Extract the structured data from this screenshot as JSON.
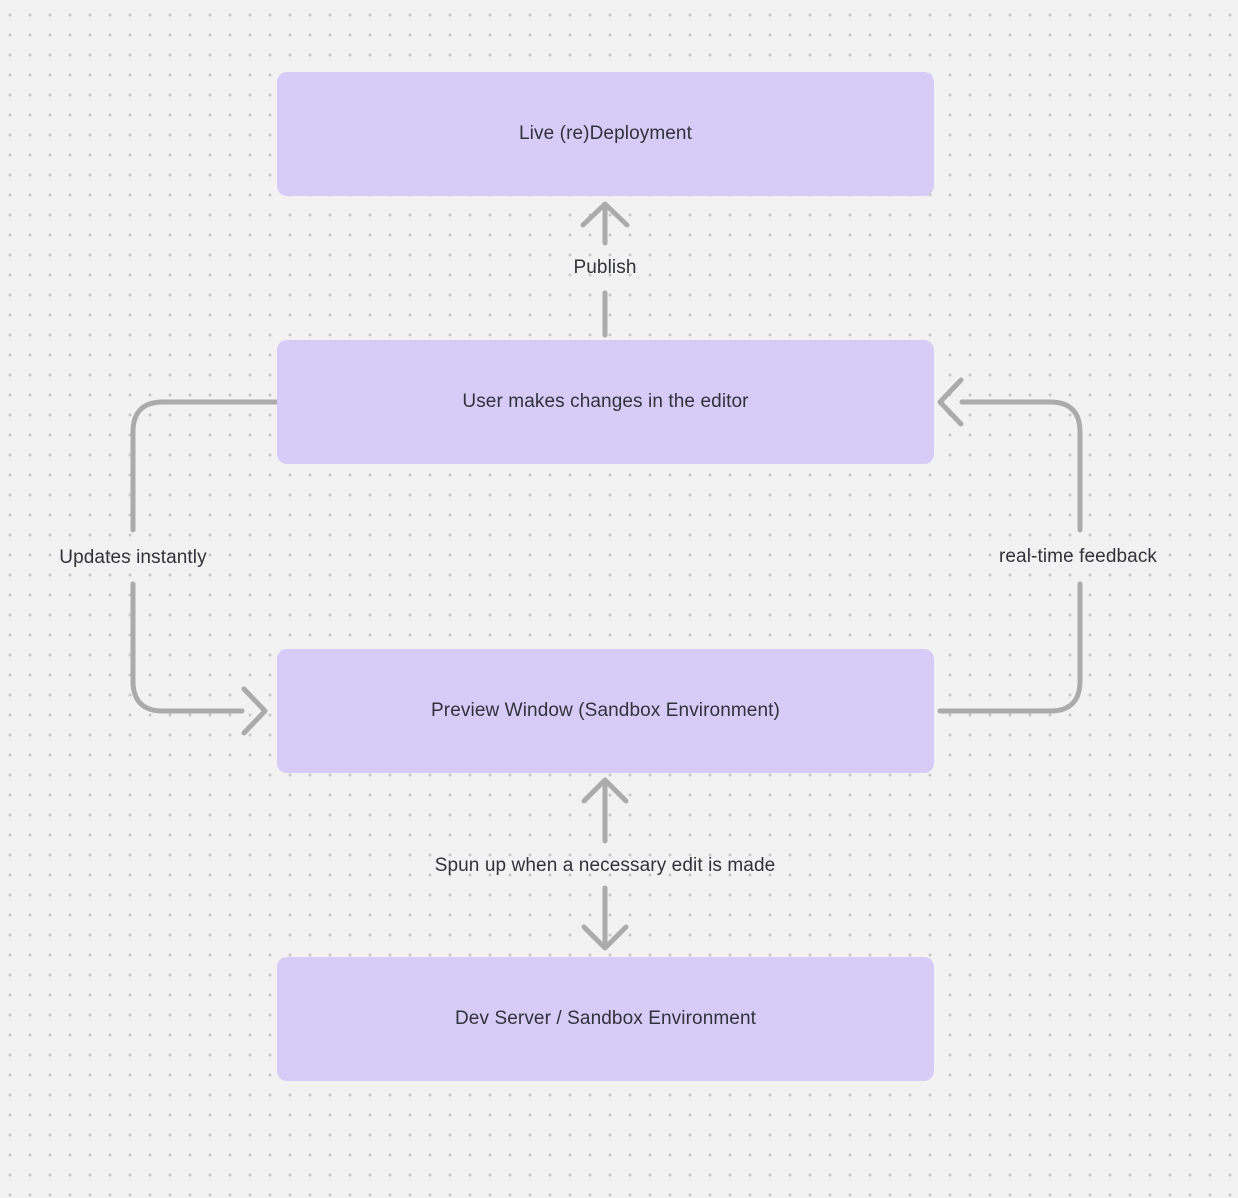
{
  "nodes": [
    {
      "id": "live-deployment",
      "label": "Live (re)Deployment"
    },
    {
      "id": "user-editor",
      "label": "User makes changes in the editor"
    },
    {
      "id": "preview-window",
      "label": "Preview Window (Sandbox Environment)"
    },
    {
      "id": "dev-server",
      "label": "Dev Server / Sandbox Environment"
    }
  ],
  "edges": [
    {
      "id": "publish",
      "label": "Publish",
      "from": "user-editor",
      "to": "live-deployment",
      "direction": "up"
    },
    {
      "id": "updates-instantly",
      "label": "Updates instantly",
      "from": "user-editor",
      "to": "preview-window",
      "direction": "left-loop-down"
    },
    {
      "id": "real-time-feedback",
      "label": "real-time feedback",
      "from": "preview-window",
      "to": "user-editor",
      "direction": "right-loop-up"
    },
    {
      "id": "spun-up",
      "label": "Spun up when a necessary edit is made",
      "from": "dev-server",
      "to": "preview-window",
      "direction": "both-vertical"
    }
  ],
  "colors": {
    "background": "#f2f2f2",
    "dot": "#c5c5c5",
    "node_fill": "#d6ccf7",
    "arrow": "#ababab",
    "text": "#32323a"
  }
}
